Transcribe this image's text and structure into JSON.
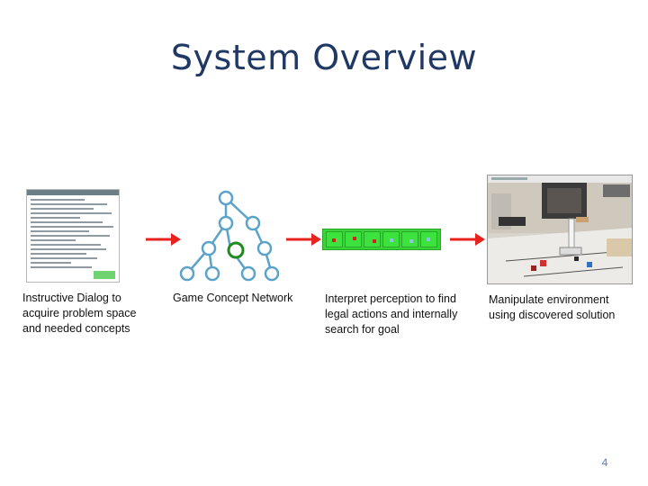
{
  "slide": {
    "title": "System Overview",
    "page_number": "4"
  },
  "stages": [
    {
      "caption_lines": [
        "Instructive Dialog to",
        "acquire problem space",
        "and needed concepts"
      ]
    },
    {
      "caption_lines": [
        "Game Concept Network"
      ]
    },
    {
      "caption_lines": [
        "Interpret perception to find",
        "legal actions and internally",
        "search for goal"
      ]
    },
    {
      "caption_lines": [
        "Manipulate environment",
        "using discovered solution"
      ]
    }
  ],
  "colors": {
    "title": "#1f3864",
    "arrow": "#e8231f",
    "network_node": "#5ba3c9",
    "network_highlight": "#1f8a1f",
    "chain_green": "#38d438",
    "page_number": "#5b7ec4"
  },
  "icons": {
    "arrow": "right-arrow-icon",
    "network": "tree-network-icon",
    "chain": "state-chain-icon",
    "photo": "robot-arm-photo"
  }
}
